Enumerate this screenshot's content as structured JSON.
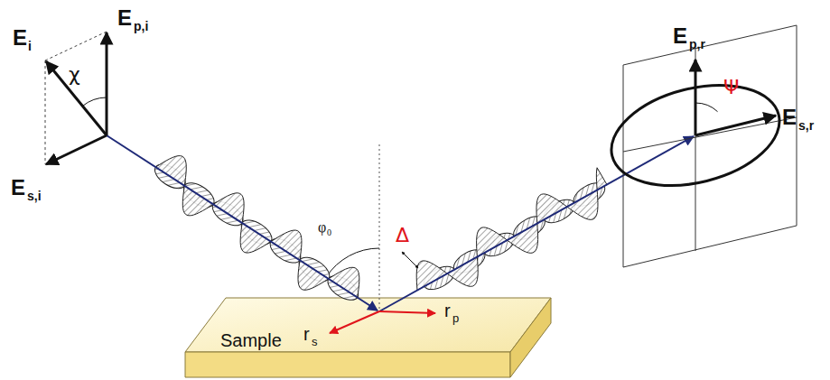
{
  "diagram": {
    "nodes": [
      {
        "text": [
          "Sample"
        ]
      }
    ],
    "labels": [
      "E",
      "i",
      "E",
      "p,i",
      "χ",
      "E",
      "s,i",
      "φ",
      "0",
      "Δ",
      "r",
      "s",
      "r",
      "p",
      "E",
      "p,r",
      "Ψ",
      "E",
      "s,r"
    ]
  }
}
